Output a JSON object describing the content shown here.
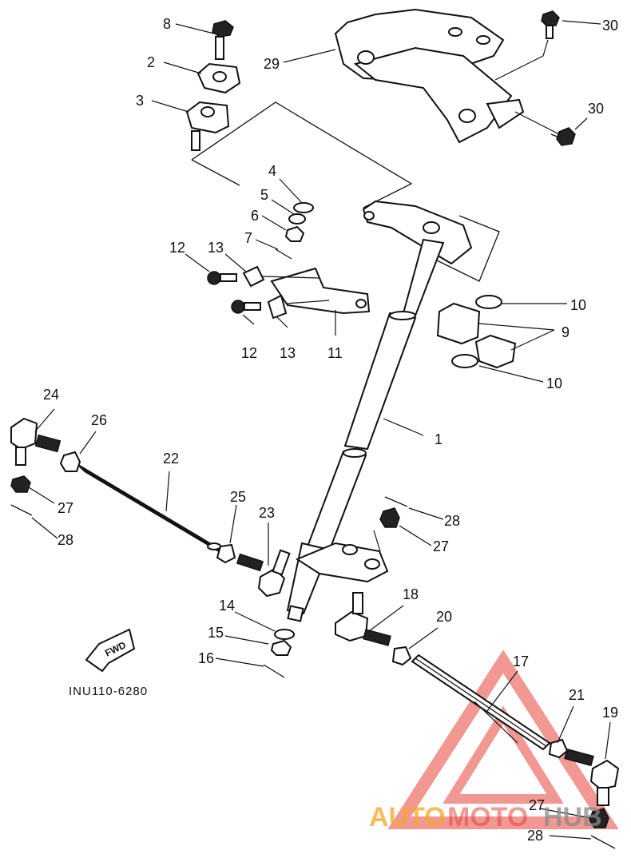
{
  "callouts": {
    "c1": "1",
    "c2": "2",
    "c3": "3",
    "c4": "4",
    "c5": "5",
    "c6": "6",
    "c7": "7",
    "c8": "8",
    "c9": "9",
    "c10a": "10",
    "c10b": "10",
    "c11": "11",
    "c12a": "12",
    "c12b": "12",
    "c13a": "13",
    "c13b": "13",
    "c14": "14",
    "c15": "15",
    "c16": "16",
    "c17": "17",
    "c18": "18",
    "c19": "19",
    "c20": "20",
    "c21": "21",
    "c22": "22",
    "c23": "23",
    "c24": "24",
    "c25": "25",
    "c26": "26",
    "c27a": "27",
    "c27b": "27",
    "c27c": "27",
    "c28a": "28",
    "c28b": "28",
    "c28c": "28",
    "c29": "29",
    "c30a": "30",
    "c30b": "30"
  },
  "fwd_label": "FWD",
  "diagram_code": "INU110-6280",
  "watermark": {
    "part1": "AUTO",
    "part2": "MOTO",
    "part3": "HUB"
  },
  "colors": {
    "watermark_red": "#e8453c",
    "watermark_orange": "#f5a623",
    "watermark_gray": "#8a8a8a"
  }
}
